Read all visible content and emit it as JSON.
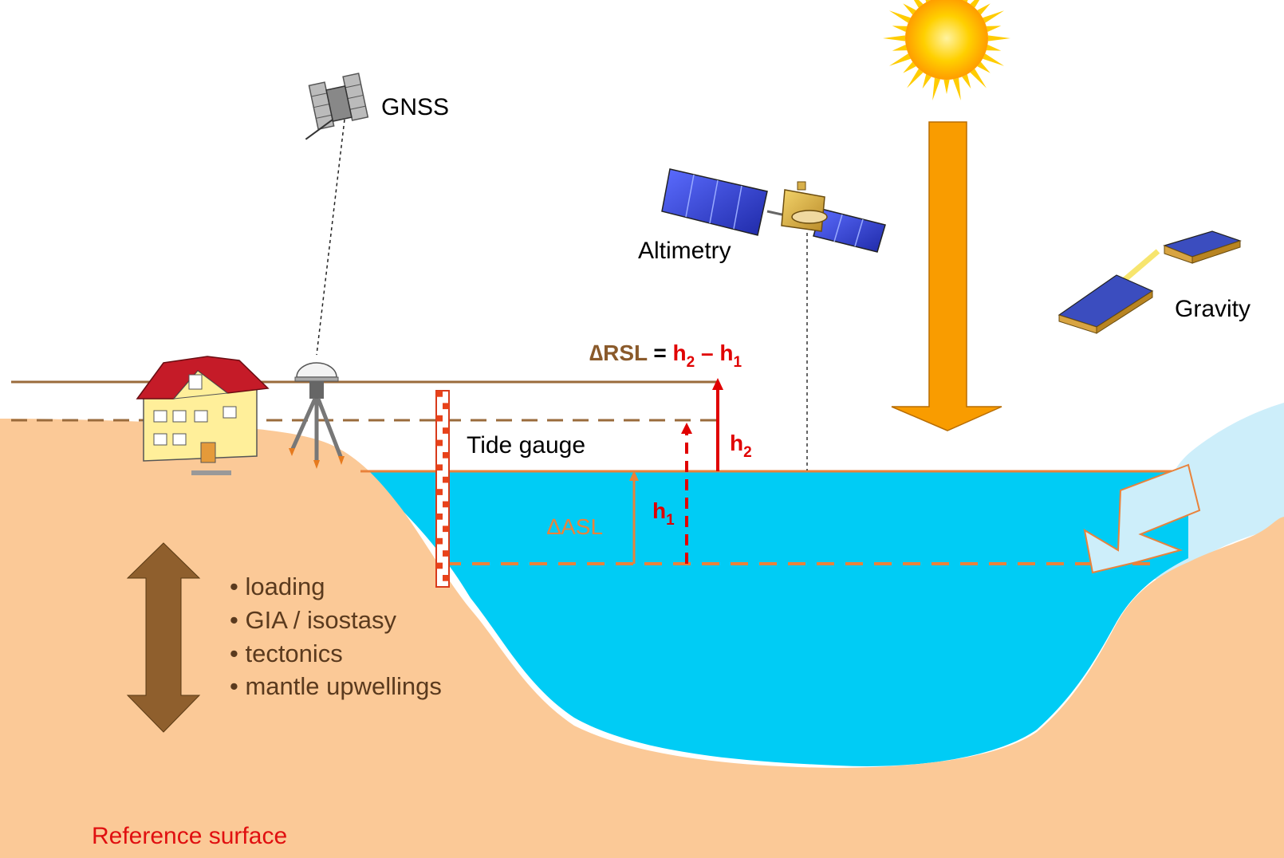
{
  "labels": {
    "gnss": "GNSS",
    "altimetry": "Altimetry",
    "gravity": "Gravity",
    "tide_gauge": "Tide gauge",
    "reference_surface": "Reference surface",
    "delta_asl": "∆ASL",
    "h1_base": "h",
    "h1_sub": "1",
    "h2_base": "h",
    "h2_sub": "2"
  },
  "equation": {
    "lhs": "∆RSL",
    "eq": " = ",
    "h2_base": "h",
    "h2_sub": "2",
    "minus": " – ",
    "h1_base": "h",
    "h1_sub": "1"
  },
  "bullets": [
    "• loading",
    "• GIA / isostasy",
    "• tectonics",
    "• mantle upwellings"
  ],
  "colors": {
    "land": "#fbc997",
    "ocean": "#00ccf5",
    "ice": "#cdeefa",
    "sun": "#ffd200",
    "sun_arrow": "#f99c00",
    "vertical_arrow": "#8f5f2d",
    "brown_line": "#9a6b3c",
    "orange_dash": "#e9823b",
    "red": "#e00000"
  }
}
